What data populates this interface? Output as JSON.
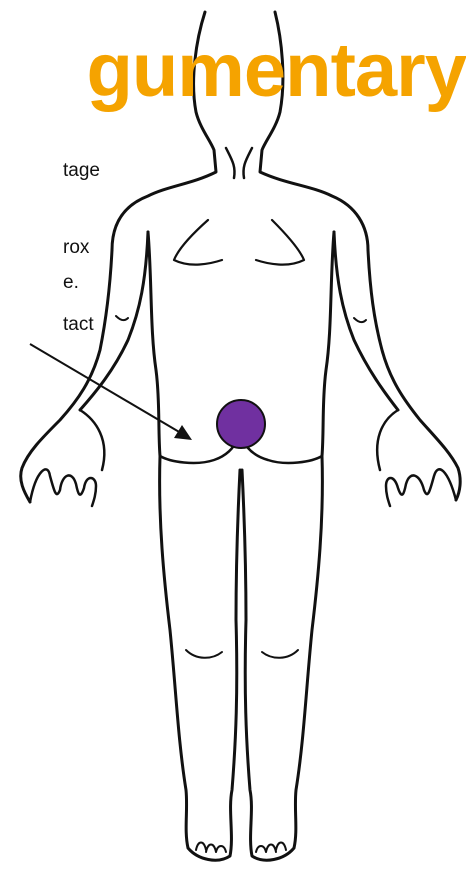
{
  "slide": {
    "title": "gumentary",
    "note_lines": [
      "tage",
      "rox",
      "e.",
      "tact"
    ],
    "colors": {
      "title": "#f5a300",
      "marker": "#7030a0",
      "line": "#111111"
    }
  },
  "figure": {
    "subject": "human body outline, posterior view",
    "marker": {
      "shape": "circle",
      "fill": "#7030a0"
    },
    "arrow": {
      "direction": "down-right toward marker"
    }
  }
}
